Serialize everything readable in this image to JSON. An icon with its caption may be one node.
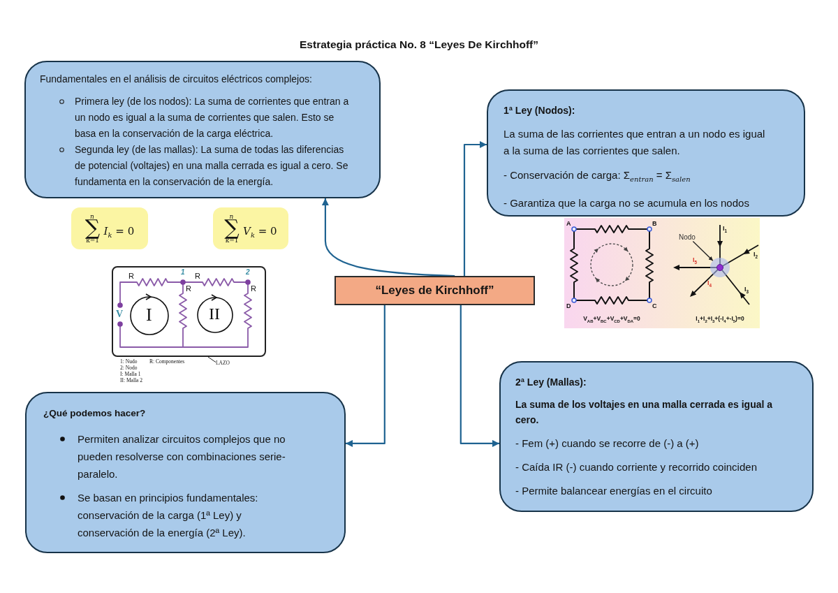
{
  "diagram": {
    "title": "Estrategia práctica No. 8 “Leyes De Kirchhoff”",
    "nodes": [
      {
        "text": [
          "Fundamentales en el análisis de circuitos eléctricos complejos:",
          "Primera ley (de los nodos): La suma de corrientes que entran a un nodo es igual a la suma de corrientes que salen. Esto se basa en la conservación de la carga eléctrica.",
          "Segunda ley (de las mallas): La suma de todas las diferencias de potencial (voltajes) en una malla cerrada es igual a cero. Se fundamenta en la conservación de la energía."
        ]
      },
      {
        "text": [
          "1ª Ley (Nodos):",
          "La suma de las corrientes que entran a un nodo es igual a la suma de las corrientes que salen.",
          "- Conservación de carga: Σ$_{entran}$ = Σ$_{salen}$",
          "- Garantiza que la carga no se acumula en los nodos"
        ]
      },
      {
        "text": [
          "∑$_{k=1}$$^{n}$ *I*$_{k}$ = 0"
        ]
      },
      {
        "text": [
          "∑$_{k=1}$$^{n}$ *V*$_{k}$ = 0"
        ]
      },
      {
        "text": [
          "“Leyes de Kirchhoff”"
        ]
      },
      {
        "text": [],
        "shape": "box"
      },
      {
        "text": [
          "Nodo"
        ]
      },
      {
        "text": [],
        "shape": "circle"
      },
      {
        "text": [
          "LAZO"
        ]
      },
      {
        "text": [
          "¿Qué podemos hacer?",
          "Permiten analizar circuitos complejos que no pueden resolverse con combinaciones serie-paralelo.",
          "Se basan en principios fundamentales: conservación de la carga (1ª Ley) y conservación de la energía (2ª Ley)."
        ]
      },
      {
        "text": [
          "2ª Ley (Mallas):",
          "La suma de los voltajes en una malla cerrada es igual a cero.",
          "- Fem (+) cuando se recorre de (-) a (+)",
          "- Caída IR (-) cuando corriente y recorrido coinciden",
          "- Permite balancear energías en el circuito"
        ]
      }
    ],
    "edges": [
      {
        "from": 4,
        "to": 0,
        "arrow": "to"
      },
      {
        "from": 4,
        "to": 1,
        "arrow": "to"
      },
      {
        "from": 4,
        "to": 9,
        "arrow": "to"
      },
      {
        "from": 4,
        "to": 10,
        "arrow": "to"
      },
      {
        "from": 6,
        "to": 7,
        "arrow": "to",
        "color": "#222222"
      },
      {
        "from": 8,
        "to": 5,
        "arrow": "none",
        "color": "#222222"
      }
    ],
    "labels": [
      "R",
      "1",
      "R",
      "2",
      "R",
      "R",
      "V",
      "I",
      "II",
      "1: Nudo",
      "R: Componentes",
      "2: Nodo",
      "I: Malla 1",
      "II: Malla 2",
      "A",
      "B",
      "I$_{1}$",
      "I$_{2}$",
      "I$_{5}$",
      "I$_{4}$",
      "I$_{3}$",
      "D",
      "C",
      "V$_{AB}$+V$_{BC}$+V$_{CD}$+V$_{DA}$=0",
      "I$_{1}$+I$_{2}$+I$_{3}$+(-I$_{4}$+-I$_{5}$)=0"
    ]
  }
}
